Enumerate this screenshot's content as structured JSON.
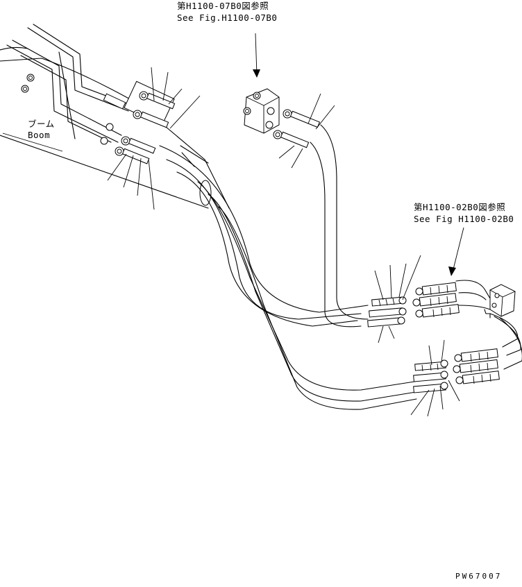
{
  "callouts": {
    "ref_top_jp": "第H1100-07B0図参照",
    "ref_top_en": "See Fig.H1100-07B0",
    "ref_right_jp": "第H1100-02B0図参照",
    "ref_right_en": "See Fig H1100-02B0",
    "boom_jp": "ブーム",
    "boom_en": "Boom"
  },
  "drawing_number": "PW67007"
}
